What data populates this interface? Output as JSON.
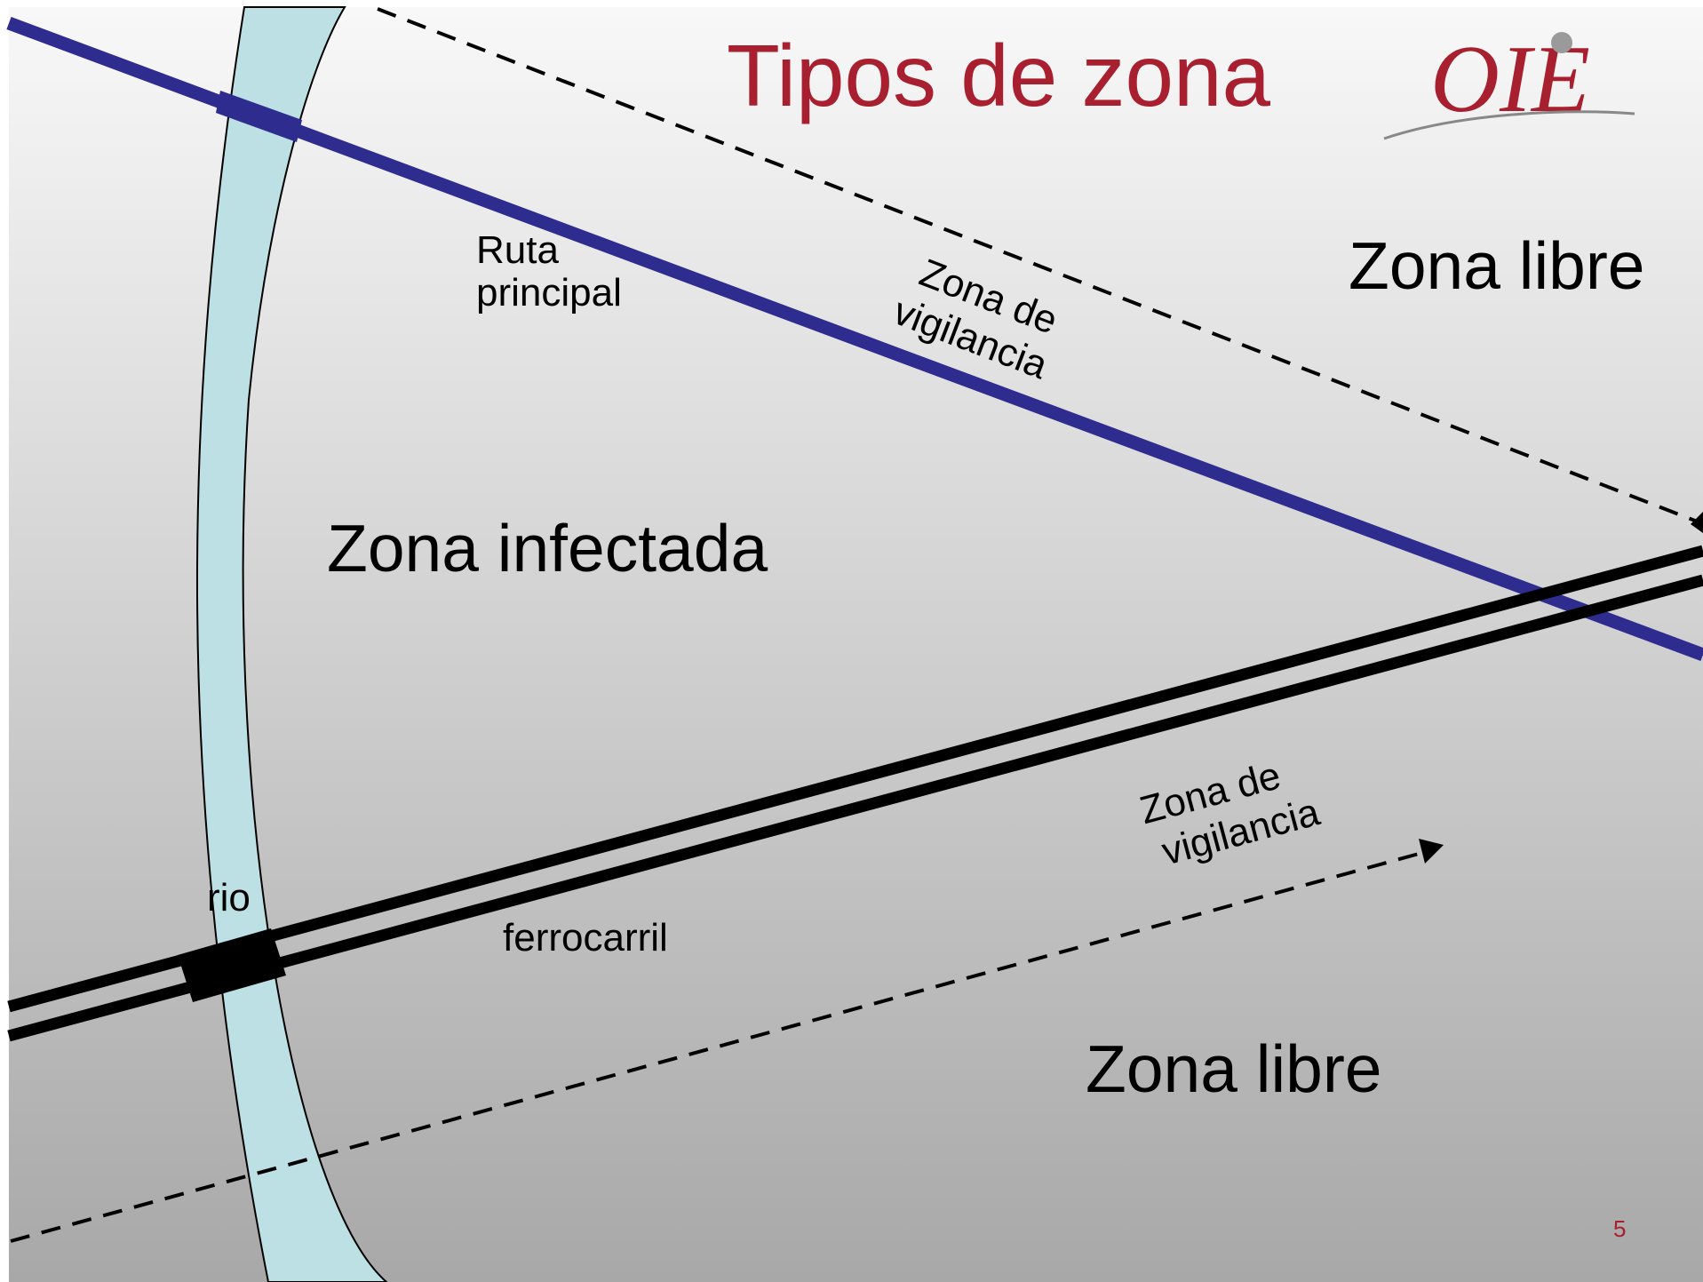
{
  "slide": {
    "title": "Tipos de zona",
    "page_number": "5",
    "logo_text": "OIE"
  },
  "zones": {
    "free_top": "Zona libre",
    "free_bottom": "Zona libre",
    "infected": "Zona infectada",
    "surveillance_top": [
      "Zona de",
      "vigilancia"
    ],
    "surveillance_bottom": [
      "Zona de",
      "vigilancia"
    ]
  },
  "features": {
    "road": [
      "Ruta",
      "principal"
    ],
    "river": "rio",
    "railway": "ferrocarril"
  },
  "colors": {
    "title": "#a8202f",
    "road": "#2e2d8f",
    "river": "#bce0e4",
    "railway": "#000000",
    "background_top": "#f7f7f7",
    "background_bottom": "#a9a9a9"
  }
}
